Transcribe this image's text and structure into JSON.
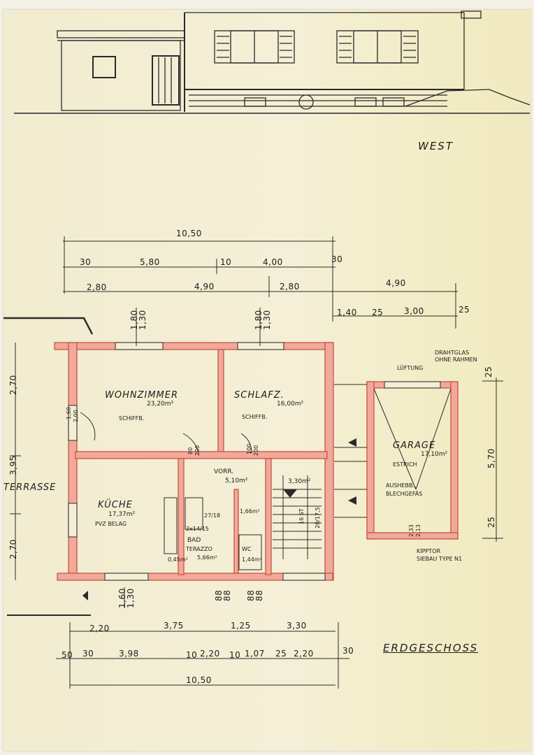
{
  "elevation": {
    "label": "WEST"
  },
  "floor": {
    "label": "ERDGESCHOSS"
  },
  "dims_top": {
    "total": "10,50",
    "row2": [
      "30",
      "5,80",
      "10",
      "4,00",
      "30"
    ],
    "row3": [
      "2,80",
      "4,90",
      "2,80",
      "4,90"
    ],
    "garage": [
      "1,40",
      "25",
      "3,00",
      "25"
    ],
    "windows": [
      "1,80",
      "1,30",
      "1,80",
      "1,30"
    ]
  },
  "dims_left": [
    "2,70",
    "3,95",
    "2,70"
  ],
  "dims_right": [
    "25",
    "5,70",
    "25"
  ],
  "dims_bottom": {
    "row1": [
      "2,20",
      "3,75",
      "1,25",
      "3,30"
    ],
    "row2": [
      "50",
      "30",
      "3,98",
      "10",
      "2,20",
      "10",
      "1,07",
      "25",
      "2,20",
      "30"
    ],
    "total": "10,50",
    "windows": [
      "1,60",
      "1,30",
      "88",
      "88",
      "88",
      "88"
    ]
  },
  "rooms": {
    "wohnzimmer": {
      "name": "WOHNZIMMER",
      "area": "23,20m²",
      "floor": "SCHIFFB."
    },
    "schlafz": {
      "name": "SCHLAFZ.",
      "area": "16,00m²",
      "floor": "SCHIFFB."
    },
    "kueche": {
      "name": "KÜCHE",
      "area": "17,37m²",
      "floor": "PVZ BELAG"
    },
    "vorr": {
      "name": "VORR.",
      "area": "5,10m²"
    },
    "stair": {
      "area": "3,30m²"
    },
    "bad": {
      "name": "BAD",
      "area": "5,66m²",
      "floor": "TERAZZO"
    },
    "wc": {
      "name": "WC",
      "area": "1,66m²"
    },
    "garage": {
      "name": "GARAGE",
      "area": "17,10m²",
      "floor": "ESTRICH",
      "note1": "AUSHEBB.,",
      "note2": "BLECHGEFÄS"
    },
    "terrasse": {
      "name": "TERRASSE"
    }
  },
  "notes": {
    "draht": "DRAHTGLAS",
    "ohne": "OHNE RAHMEN",
    "luftung": "LÜFTUNG",
    "kipptor": "KIPPTOR",
    "siebau": "SIEBAU TYPE N1",
    "stair_small": "16 ST",
    "stair_small2": "20/17,5",
    "small1": "27/18",
    "small2": "2x14/15",
    "small3": "0,45m²",
    "small4": "1,44m²",
    "d1": "80",
    "d2": "200",
    "d3": "100",
    "d4": "200",
    "d5": "2,33",
    "d6": "2,13",
    "d7": "1,60",
    "d8": "2,00"
  }
}
